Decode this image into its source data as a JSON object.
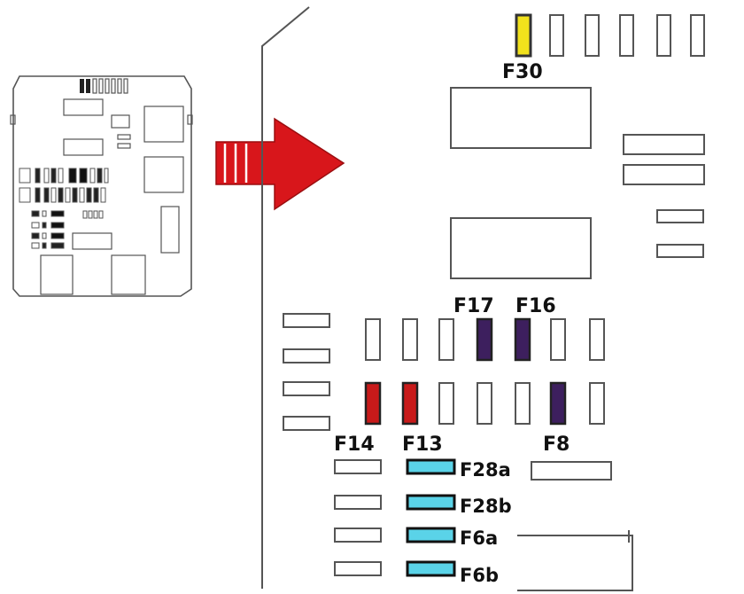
{
  "colors": {
    "line": "#444444",
    "fuse_outline": "#333333",
    "arrow": "#d8161b",
    "yellow": "#f2e21c",
    "purple": "#3d1f5e",
    "red": "#c81a1a",
    "blue": "#5ad3e8"
  },
  "fuse_labels": {
    "f30": "F30",
    "f17": "F17",
    "f16": "F16",
    "f14": "F14",
    "f13": "F13",
    "f8": "F8",
    "f28a": "F28a",
    "f28b": "F28b",
    "f6a": "F6a",
    "f6b": "F6b"
  },
  "icons": {
    "arrow": "right-arrow-icon",
    "overview": "fuse-box-overview"
  }
}
